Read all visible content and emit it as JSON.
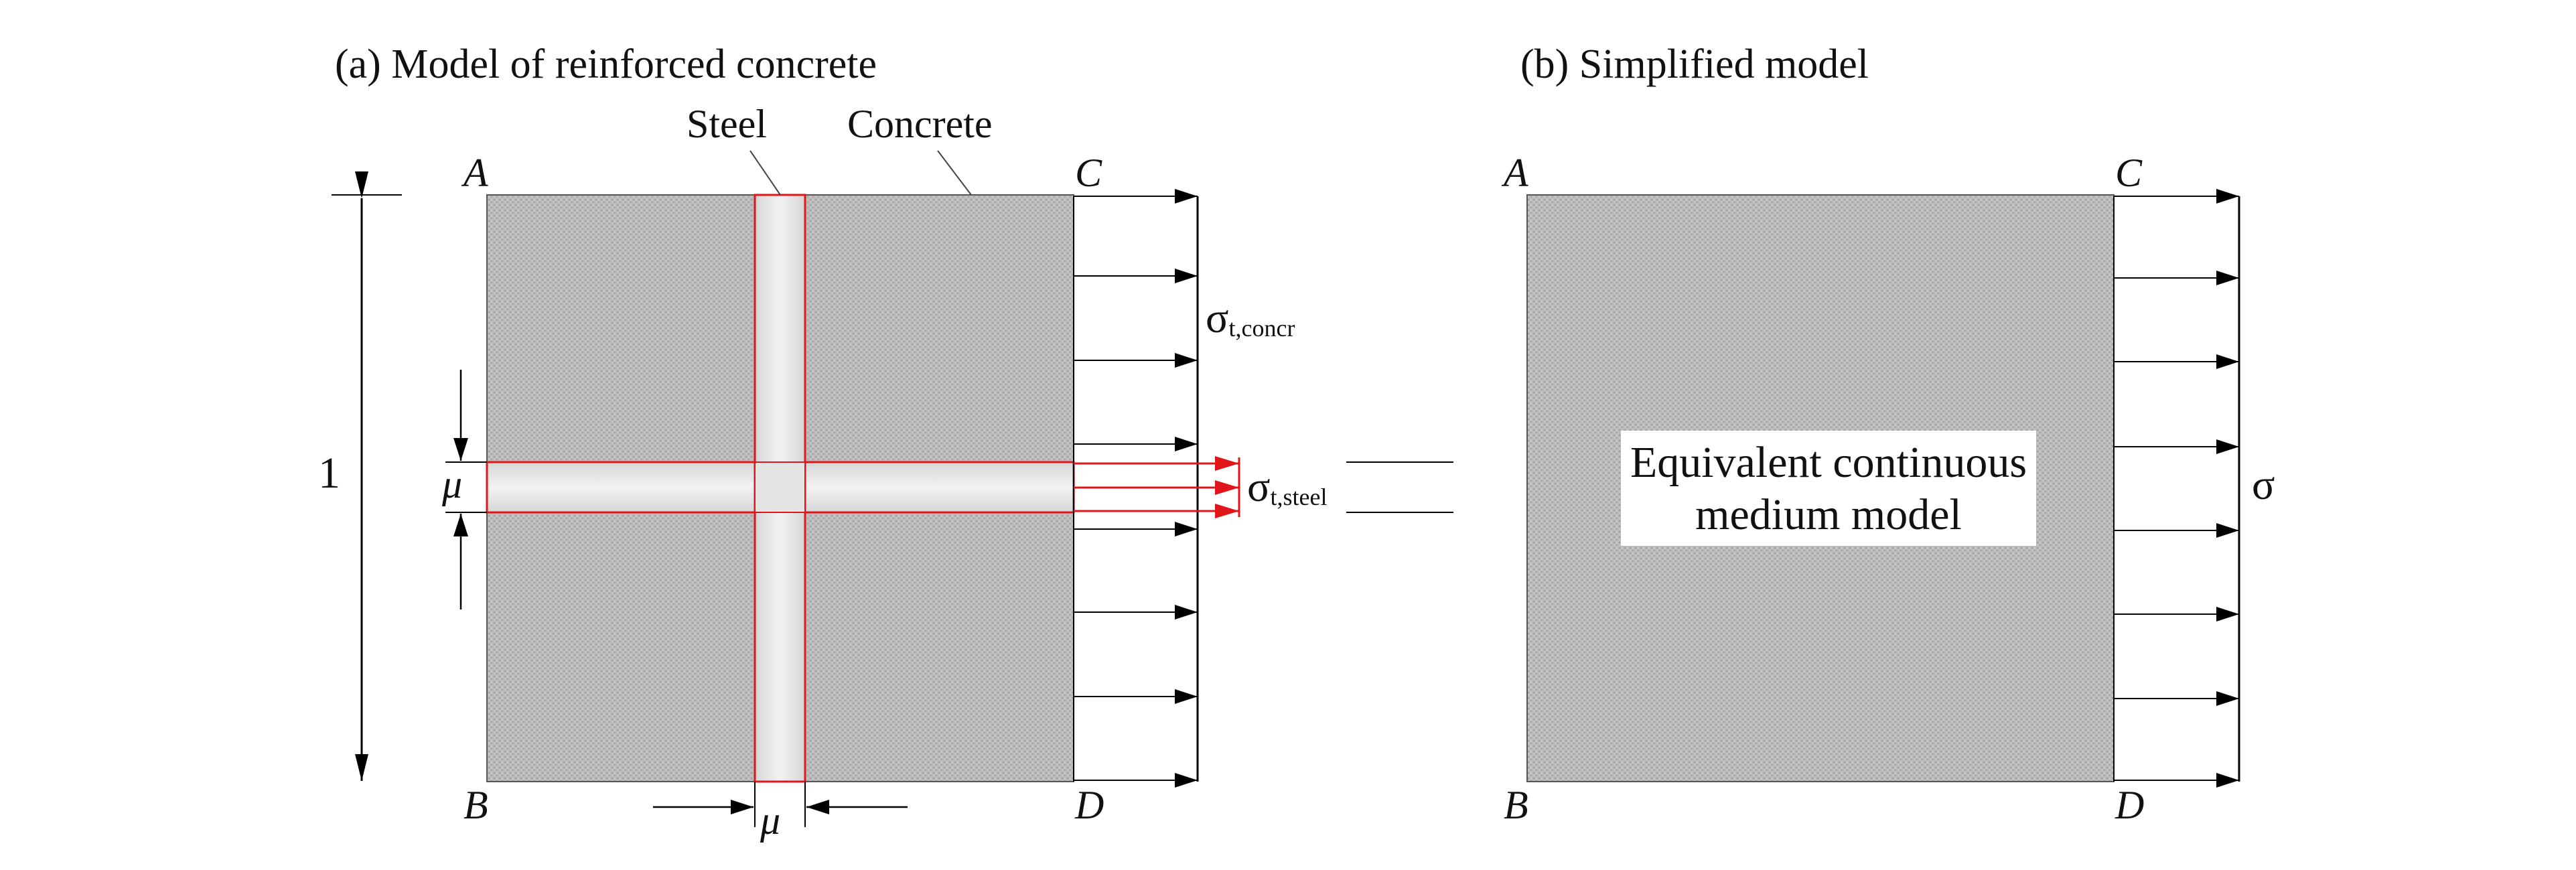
{
  "panel_a": {
    "title": "(a) Model of reinforced concrete",
    "corners": {
      "A": "A",
      "B": "B",
      "C": "C",
      "D": "D"
    },
    "labels": {
      "steel": "Steel",
      "concrete": "Concrete",
      "unit_length": "1",
      "mu_vertical": "μ",
      "mu_horizontal": "μ"
    },
    "stress_concrete": {
      "symbol": "σ",
      "subscript": "t,concr"
    },
    "stress_steel": {
      "symbol": "σ",
      "subscript": "t,steel"
    }
  },
  "panel_b": {
    "title": "(b) Simplified model",
    "corners": {
      "A": "A",
      "B": "B",
      "C": "C",
      "D": "D"
    },
    "center_line1": "Equivalent continuous",
    "center_line2": "medium model",
    "stress": {
      "symbol": "σ"
    }
  },
  "colors": {
    "concrete_fill": "#b9b9b9",
    "steel_fill": "#e6e6e6",
    "steel_outline": "#e0161b",
    "arrow": "#000000",
    "steel_arrow": "#e0161b"
  }
}
